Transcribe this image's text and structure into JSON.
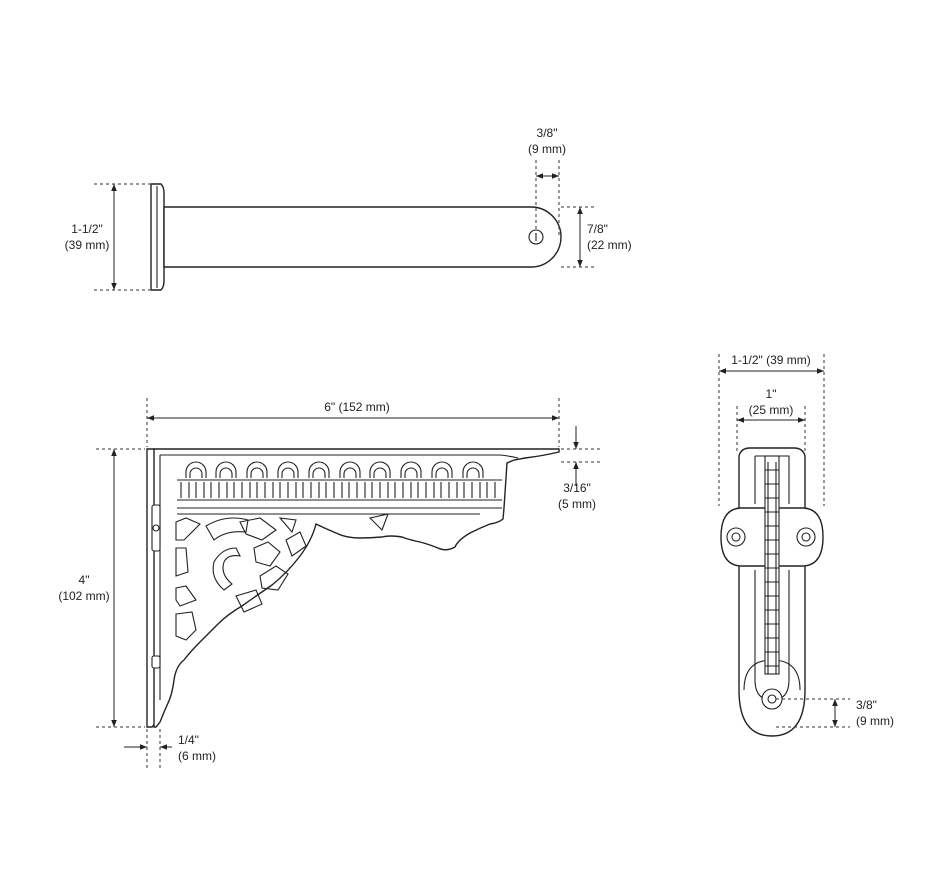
{
  "dimensions": {
    "top_hole_offset": {
      "imperial": "3/8\"",
      "metric": "(9 mm)"
    },
    "top_flange_height": {
      "imperial": "1-1/2\"",
      "metric": "(39 mm)"
    },
    "top_arm_height": {
      "imperial": "7/8\"",
      "metric": "(22 mm)"
    },
    "side_length": {
      "text": "6\" (152 mm)"
    },
    "side_shelf_thickness": {
      "imperial": "3/16\"",
      "metric": "(5 mm)"
    },
    "side_height": {
      "imperial": "4\"",
      "metric": "(102 mm)"
    },
    "side_plate_thickness": {
      "imperial": "1/4\"",
      "metric": "(6 mm)"
    },
    "front_width": {
      "text": "1-1/2\" (39 mm)"
    },
    "front_web_width": {
      "imperial": "1\"",
      "metric": "(25 mm)"
    },
    "front_hole_offset": {
      "imperial": "3/8\"",
      "metric": "(9 mm)"
    }
  },
  "colors": {
    "line": "#222222",
    "background": "#ffffff"
  }
}
